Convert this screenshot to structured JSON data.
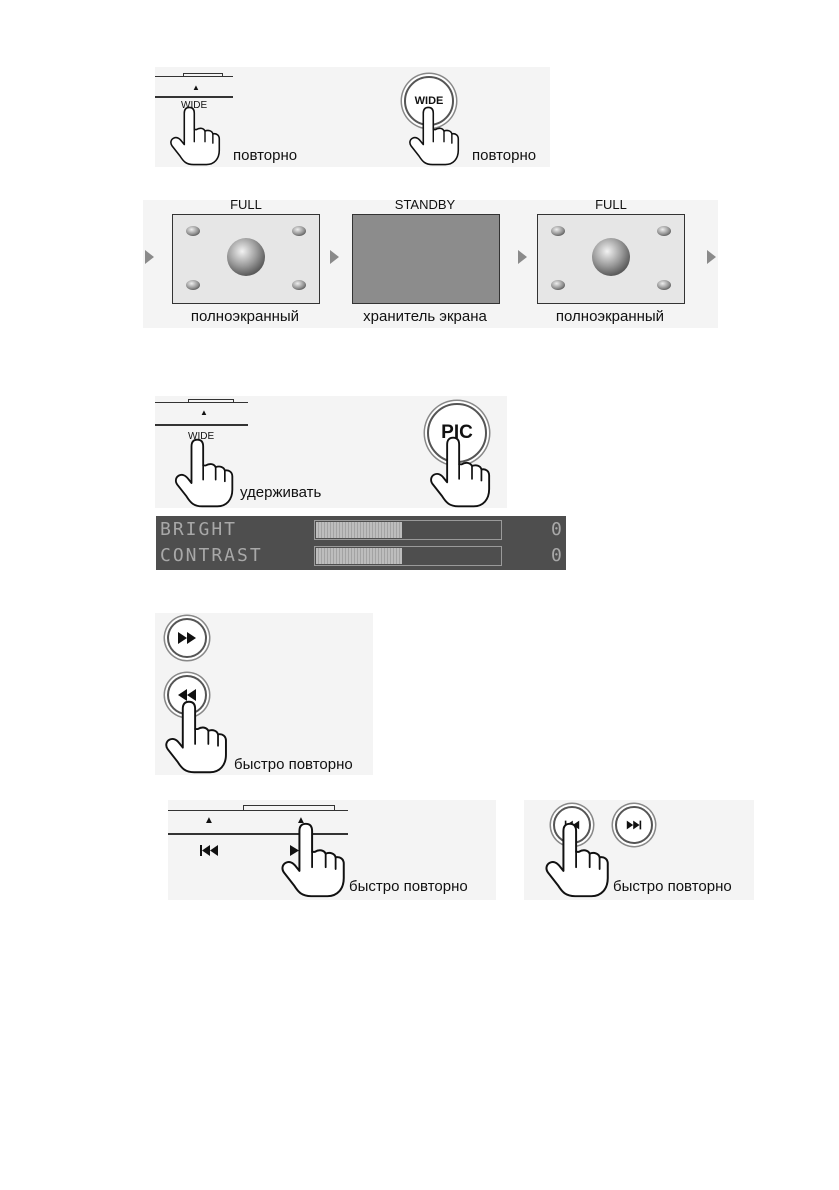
{
  "section1": {
    "panel_label": "WIDE",
    "wide_button": "WIDE",
    "action_left": "повторно",
    "action_right": "повторно"
  },
  "modes": [
    {
      "title": "FULL",
      "caption": "полноэкранный",
      "kind": "full"
    },
    {
      "title": "STANDBY",
      "caption": "хранитель экрана",
      "kind": "standby"
    },
    {
      "title": "FULL",
      "caption": "полноэкранный",
      "kind": "full"
    }
  ],
  "section2": {
    "panel_label": "WIDE",
    "action_left": "удерживать",
    "pic_button": "PIC"
  },
  "osd": {
    "rows": [
      {
        "label": "BRIGHT",
        "value": "0",
        "level": 0.47
      },
      {
        "label": "CONTRAST",
        "value": "0",
        "level": 0.47
      }
    ]
  },
  "section3": {
    "ff_icon": "fast-forward-icon",
    "rew_icon": "rewind-icon",
    "action": "быстро повторно"
  },
  "section4": {
    "prev_icon": "skip-previous-icon",
    "next_icon": "skip-next-icon",
    "action_left": "быстро повторно",
    "action_right": "быстро повторно"
  },
  "colors": {
    "panel_bg": "#f4f4f4",
    "osd_bg": "#4e4e4e",
    "osd_text": "#a8a8a8",
    "standby_screen": "#8c8c8c"
  }
}
